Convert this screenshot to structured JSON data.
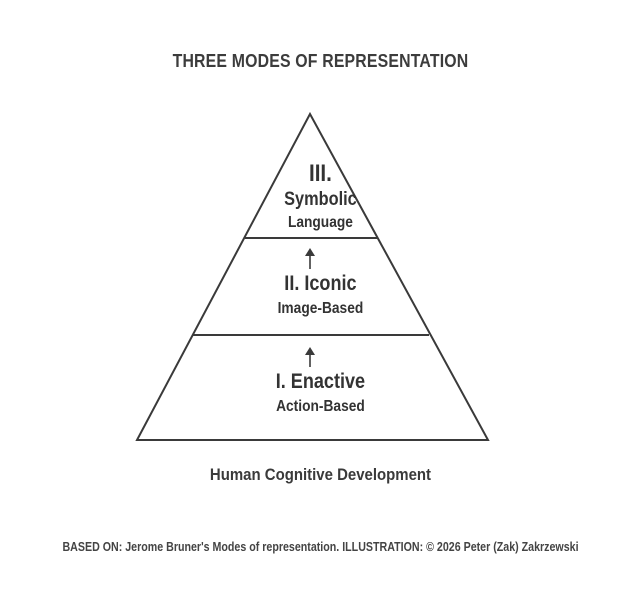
{
  "title": "THREE MODES OF REPRESENTATION",
  "levels": {
    "symbolic": {
      "numeral": "III.",
      "name": "Symbolic",
      "description": "Language"
    },
    "iconic": {
      "name": "II. Iconic",
      "description": "Image-Based"
    },
    "enactive": {
      "name": "I. Enactive",
      "description": "Action-Based"
    }
  },
  "caption": "Human Cognitive Development",
  "footer": "BASED ON: Jerome Bruner's Modes of representation. ILLUSTRATION: © 2026 Peter (Zak) Zakrzewski",
  "colors": {
    "stroke": "#3a3a3a",
    "text": "#333333",
    "background": "#ffffff"
  },
  "icons": [
    "up-arrow-icon",
    "up-arrow-icon"
  ]
}
